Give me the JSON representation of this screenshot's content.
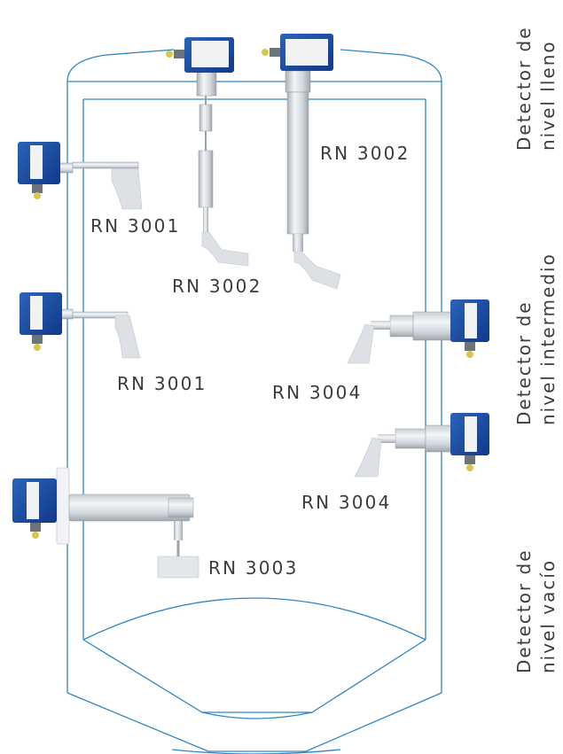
{
  "colors": {
    "outline": "#2f86c4",
    "housing": "#1a4fa0",
    "housing_dark": "#133f86",
    "label_plate": "#f3f4f6",
    "steel_light": "#e8ebee",
    "steel_mid": "#c6cbd1",
    "steel_dark": "#9aa2ab",
    "paddle": "#d9dde2",
    "connector": "#d9c64a",
    "text": "#3c3c3c"
  },
  "labels": {
    "rn3001_upper": "RN 3001",
    "rn3001_lower": "RN 3001",
    "rn3002_left": "RN 3002",
    "rn3002_right": "RN 3002",
    "rn3003": "RN 3003",
    "rn3004_upper": "RN 3004",
    "rn3004_lower": "RN 3004"
  },
  "side_labels": {
    "full": {
      "line1": "Detector de",
      "line2": "nivel lleno"
    },
    "intermediate": {
      "line1": "Detector de",
      "line2": "nivel intermedio"
    },
    "empty": {
      "line1": "Detector de",
      "line2": "nivel vacío"
    }
  }
}
